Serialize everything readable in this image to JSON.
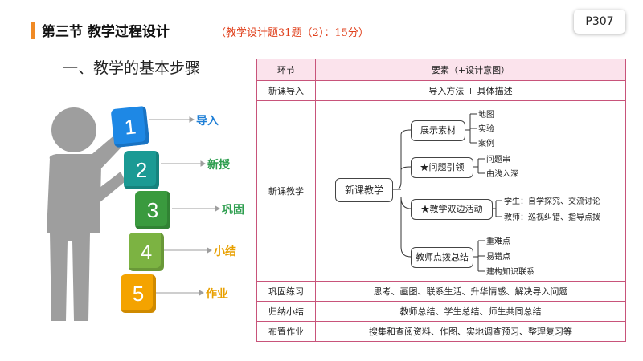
{
  "header": {
    "title": "第三节 教学过程设计",
    "note": "（教学设计题31题（2）：15分）",
    "page": "P307"
  },
  "section": {
    "heading": "一、教学的基本步骤"
  },
  "figure": {
    "blocks": [
      {
        "num": "1",
        "label": "导入",
        "color": "#1e88e5"
      },
      {
        "num": "2",
        "label": "新授",
        "color": "#1b9a94"
      },
      {
        "num": "3",
        "label": "巩固",
        "color": "#3a9a3e"
      },
      {
        "num": "4",
        "label": "小结",
        "color": "#7cb342"
      },
      {
        "num": "5",
        "label": "作业",
        "color": "#f4a300"
      }
    ]
  },
  "table": {
    "headers": [
      "环节",
      "要素（+设计意图）"
    ],
    "rows": [
      {
        "stage": "新课导入",
        "content": "导入方法 + 具体描述"
      },
      {
        "stage": "新课教学",
        "content": ""
      },
      {
        "stage": "巩固练习",
        "content": "思考、画图、联系生活、升华情感、解决导入问题"
      },
      {
        "stage": "归纳小结",
        "content": "教师总结、学生总结、师生共同总结"
      },
      {
        "stage": "布置作业",
        "content": "搜集和查阅资料、作图、实地调查预习、整理复习等"
      }
    ],
    "mindmap": {
      "root": "新课教学",
      "branches": [
        {
          "label": "展示素材",
          "leaves": [
            "地图",
            "实验",
            "案例"
          ]
        },
        {
          "label": "★问题引领",
          "leaves": [
            "问题串",
            "由浅入深"
          ]
        },
        {
          "label": "★教学双边活动",
          "leaves": [
            "学生：自学探究、交流讨论",
            "教师：巡视纠错、指导点拨"
          ]
        },
        {
          "label": "教师点拨总结",
          "leaves": [
            "重难点",
            "易错点",
            "建构知识联系"
          ]
        }
      ]
    }
  }
}
